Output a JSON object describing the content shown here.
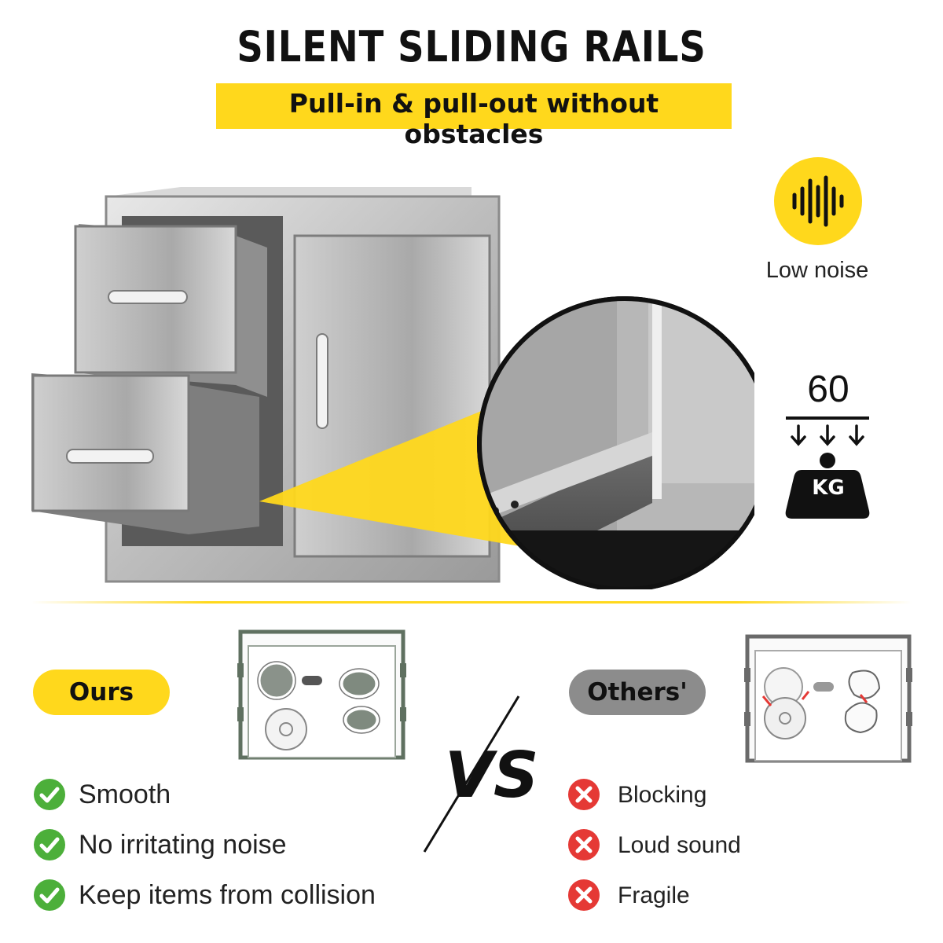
{
  "header": {
    "title": "SILENT SLIDING RAILS",
    "subtitle": "Pull-in & pull-out without obstacles"
  },
  "features": {
    "low_noise_label": "Low noise",
    "load_value": "60",
    "load_unit": "KG"
  },
  "comparison": {
    "ours_label": "Ours",
    "others_label": "Others'",
    "vs_label": "VS",
    "ours_points": [
      "Smooth",
      "No irritating noise",
      "Keep items from collision"
    ],
    "others_points": [
      "Blocking",
      "Loud sound",
      "Fragile"
    ]
  },
  "colors": {
    "accent_yellow": "#ffd81c",
    "check_green": "#4caf3a",
    "cross_red": "#e53935",
    "pill_gray": "#8c8c8c"
  },
  "icons": {
    "noise": "sound-wave-icon",
    "weight": "weight-icon",
    "ok": "check-circle-icon",
    "bad": "x-circle-icon"
  }
}
